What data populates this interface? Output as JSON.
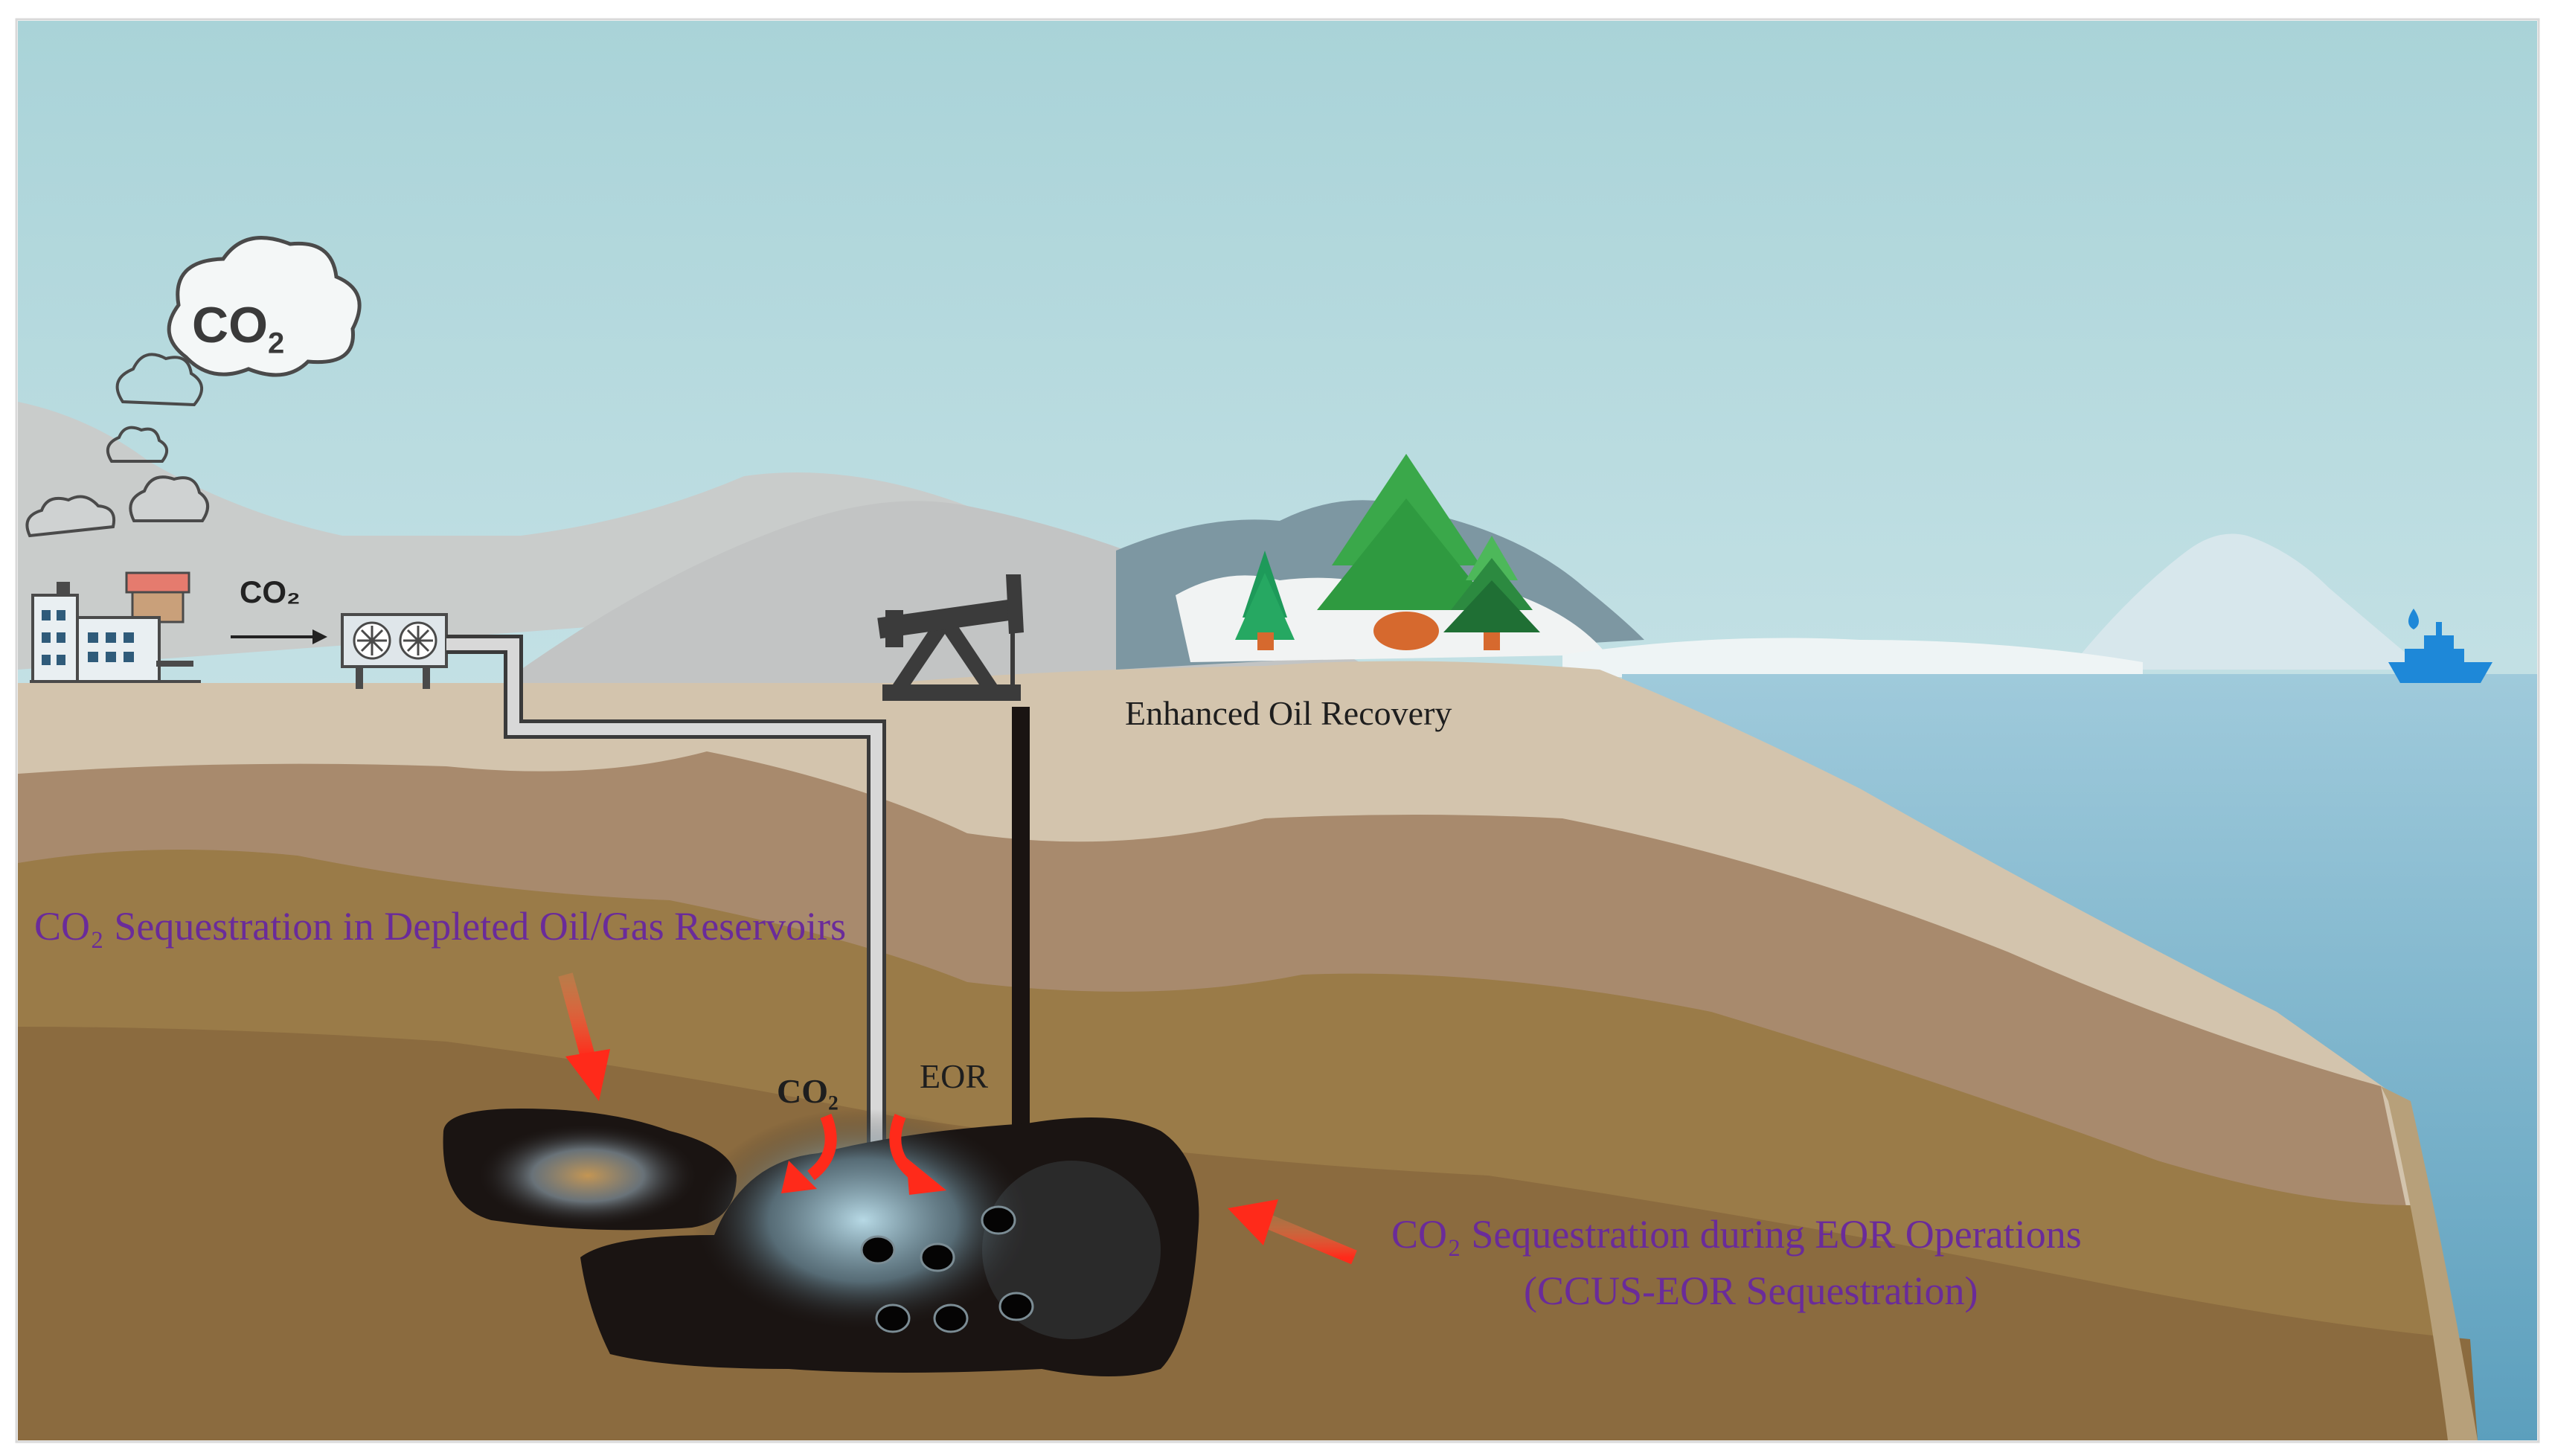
{
  "labels": {
    "cloud_co2": "CO",
    "cloud_co2_sub": "2",
    "factory_co2": "CO₂",
    "eor_title": "Enhanced Oil Recovery",
    "depleted": "CO₂ Sequestration in Depleted Oil/Gas Reservoirs",
    "reservoir_co2": "CO₂",
    "reservoir_eor": "EOR",
    "ccus_line1": "CO₂ Sequestration during EOR Operations",
    "ccus_line2": "(CCUS-EOR Sequestration)"
  },
  "icons": [
    "factory-icon",
    "smoke-cloud-icon",
    "co2-cloud-icon",
    "compressor-icon",
    "pipeline-icon",
    "pumpjack-icon",
    "production-well-icon",
    "pine-tree-icon",
    "ship-icon",
    "arrow-icon",
    "oil-droplet-icon"
  ],
  "colors": {
    "sky": "#b4dadf",
    "sea": "#6fb0c8",
    "layer_top": "#d3c4ad",
    "layer_mid": "#a88a6d",
    "layer_low": "#9a7b48",
    "reservoir": "#1a1412",
    "label_purple": "#6a2b9a",
    "arrow_red": "#ff2a1a"
  }
}
